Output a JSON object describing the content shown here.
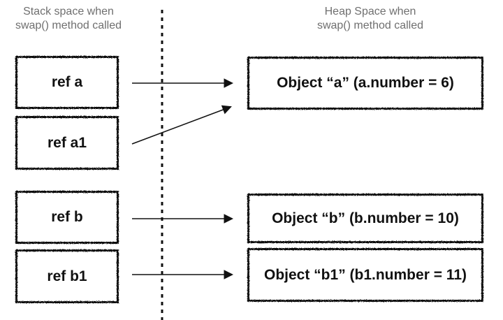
{
  "headers": {
    "stack": "Stack space when\nswap() method called",
    "heap": "Heap Space when\nswap() method called"
  },
  "stack": {
    "boxes": [
      {
        "label": "ref a"
      },
      {
        "label": "ref a1"
      },
      {
        "label": "ref b"
      },
      {
        "label": "ref b1"
      }
    ]
  },
  "heap": {
    "boxes": [
      {
        "label": "Object “a” (a.number = 6)"
      },
      {
        "label": "Object “b” (b.number = 10)"
      },
      {
        "label": "Object “b1” (b1.number = 11)"
      }
    ]
  },
  "connections": [
    {
      "from": "ref a",
      "to": "Object “a”"
    },
    {
      "from": "ref a1",
      "to": "Object “a”"
    },
    {
      "from": "ref b",
      "to": "Object “b”"
    },
    {
      "from": "ref b1",
      "to": "Object “b1”"
    }
  ],
  "colors": {
    "box_border": "#111111",
    "box_text": "#111111",
    "header_text": "#6f6f6f",
    "arrow": "#111111",
    "divider": "#111111",
    "background": "#ffffff"
  }
}
